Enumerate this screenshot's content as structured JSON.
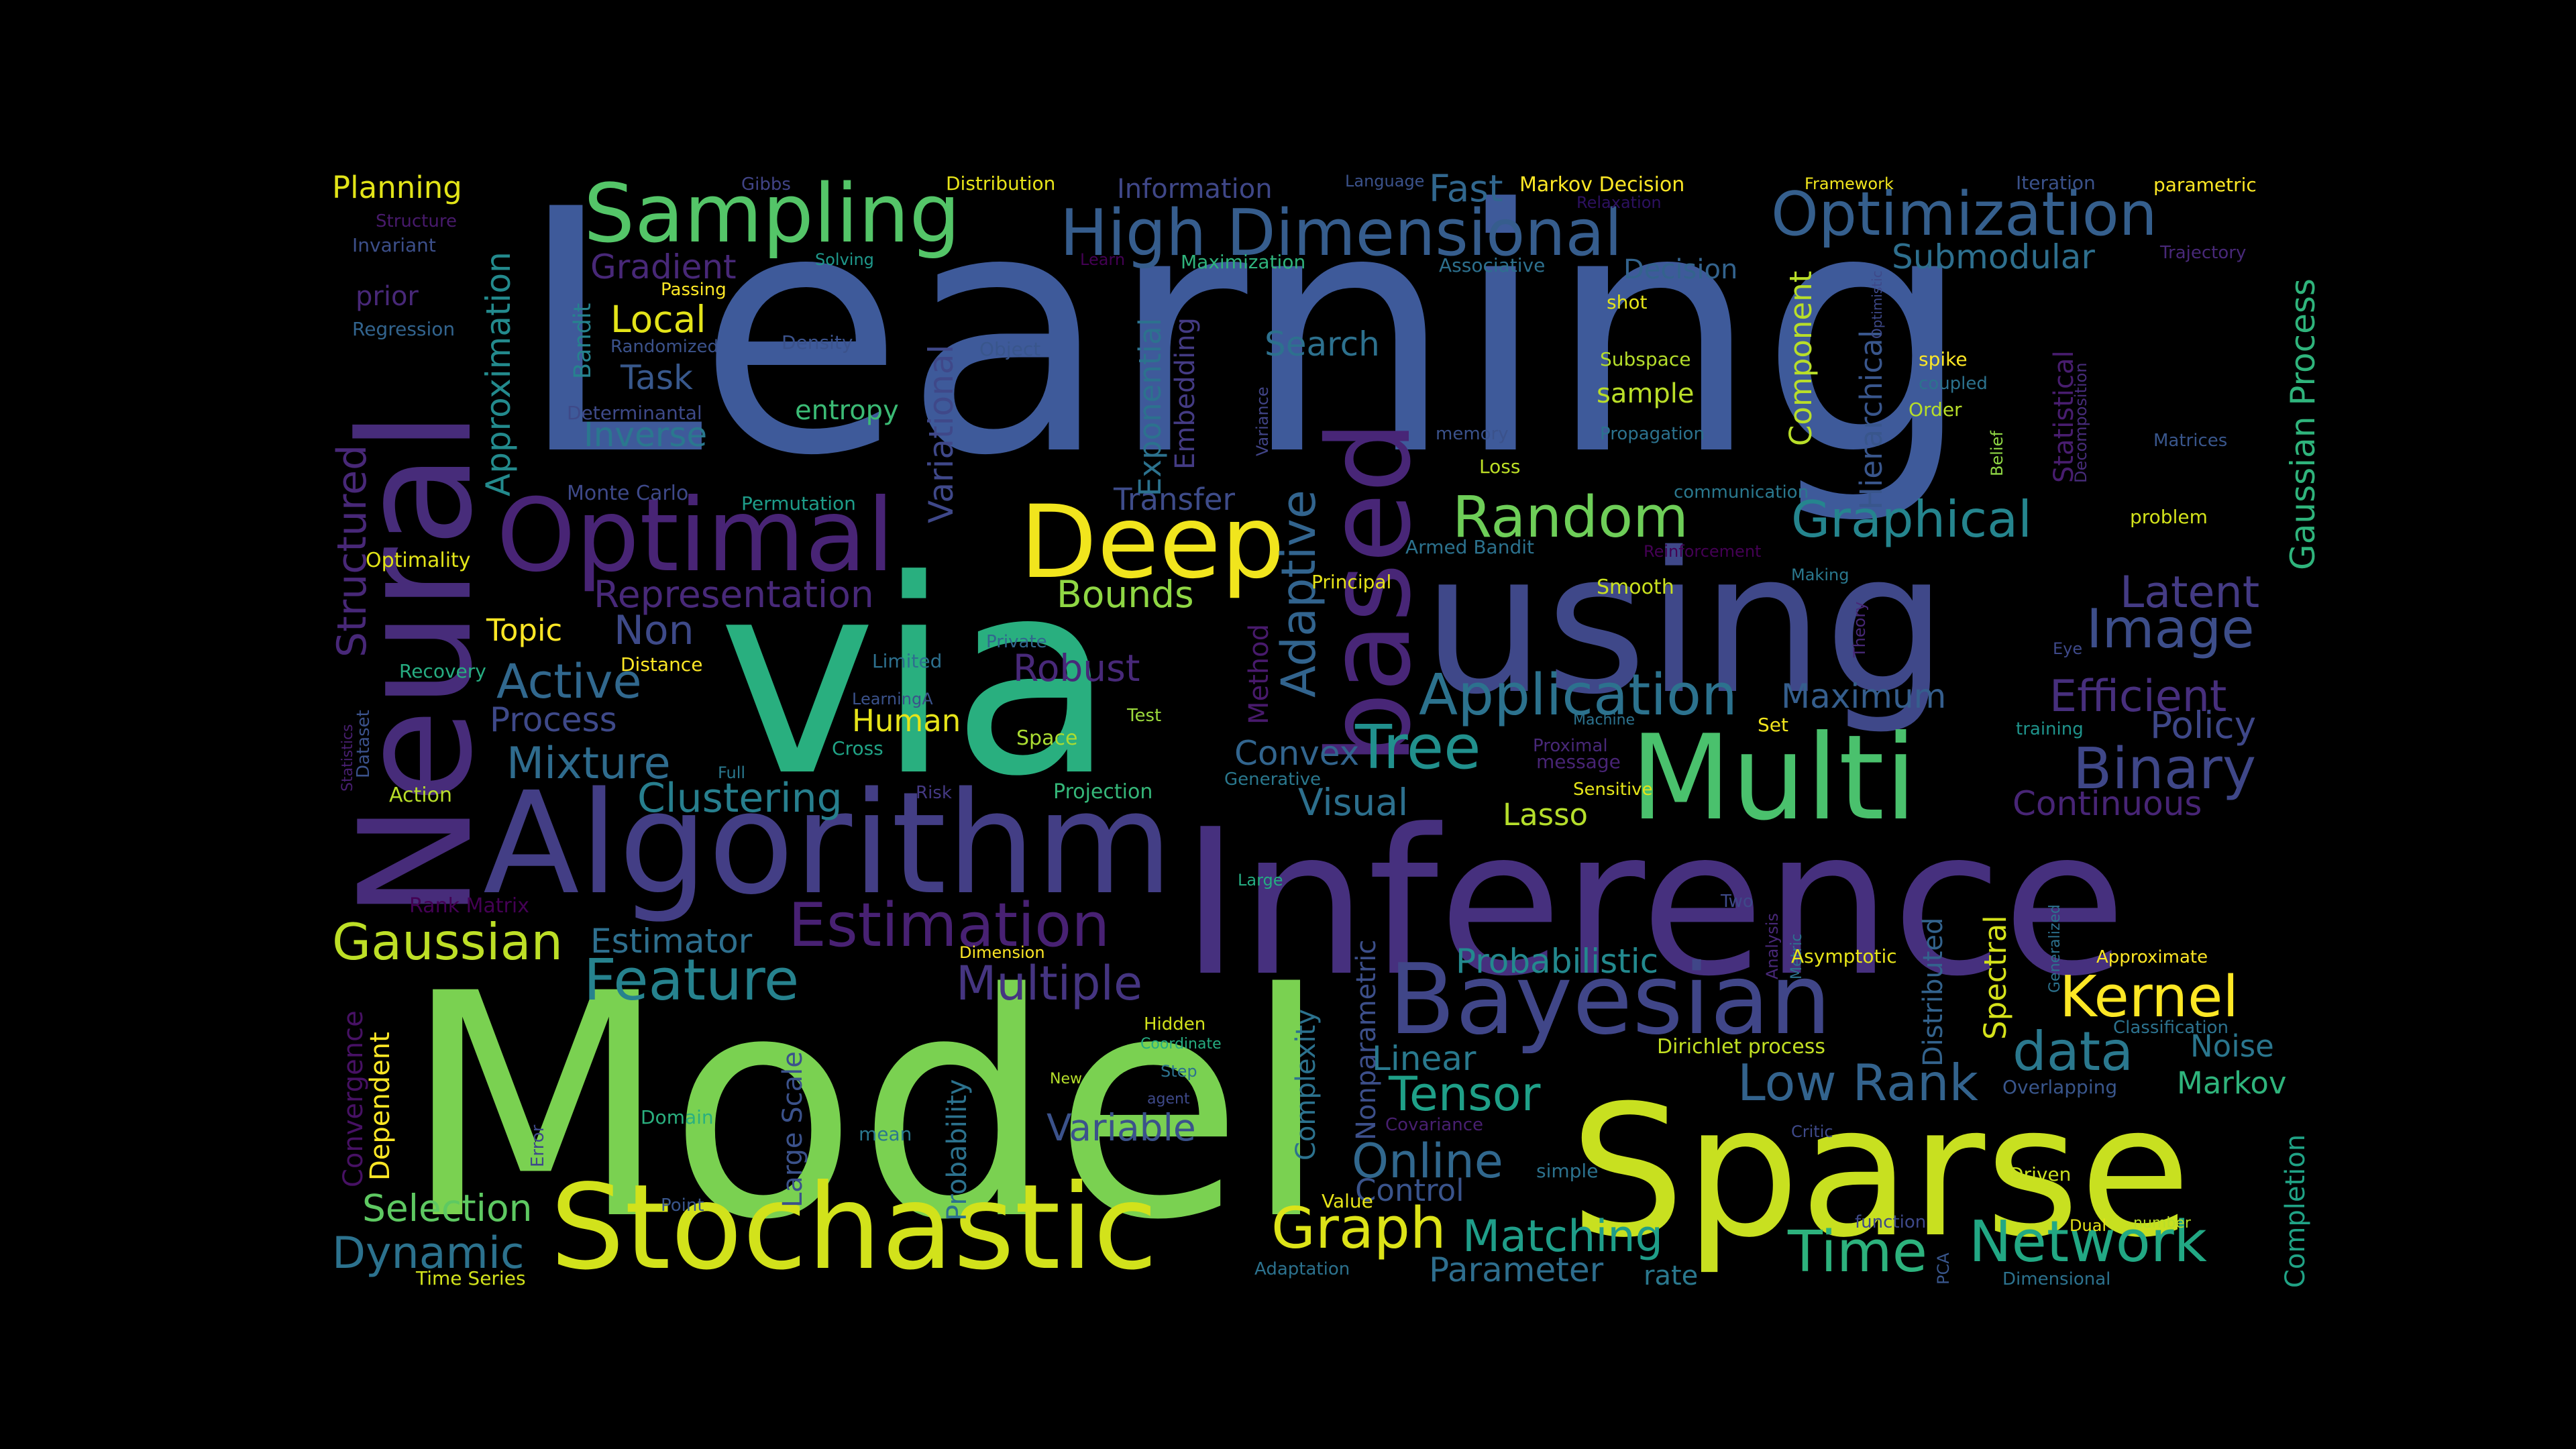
{
  "words": [
    {
      "text": "Learning",
      "color": "#3e5a9a"
    },
    {
      "text": "Model",
      "color": "#7ad151"
    },
    {
      "text": "via",
      "color": "#29af7f"
    },
    {
      "text": "Inference",
      "color": "#46307e"
    },
    {
      "text": "using",
      "color": "#3f4889"
    },
    {
      "text": "Sparse",
      "color": "#c8e020"
    },
    {
      "text": "Neural",
      "color": "#472c7a"
    },
    {
      "text": "Algorithm",
      "color": "#433e85"
    },
    {
      "text": "Stochastic",
      "color": "#d2e21b"
    },
    {
      "text": "Multi",
      "color": "#4ac16d"
    },
    {
      "text": "based",
      "color": "#482677"
    },
    {
      "text": "Deep",
      "color": "#f1e51d"
    },
    {
      "text": "Optimal",
      "color": "#482475"
    },
    {
      "text": "Sampling",
      "color": "#54c568"
    },
    {
      "text": "Bayesian",
      "color": "#404688"
    },
    {
      "text": "High Dimensional",
      "color": "#365d8d"
    },
    {
      "text": "Optimization",
      "color": "#355f8d"
    },
    {
      "text": "Estimation",
      "color": "#482173"
    },
    {
      "text": "Tree",
      "color": "#21908d"
    },
    {
      "text": "Application",
      "color": "#2c728e"
    },
    {
      "text": "Random",
      "color": "#6ece58"
    },
    {
      "text": "Graphical",
      "color": "#25858e"
    },
    {
      "text": "Gaussian",
      "color": "#bddf26"
    },
    {
      "text": "Kernel",
      "color": "#fde725"
    },
    {
      "text": "Feature",
      "color": "#26828e"
    },
    {
      "text": "Binary",
      "color": "#3f4788"
    },
    {
      "text": "Network",
      "color": "#22a884"
    },
    {
      "text": "Graph",
      "color": "#dde318"
    },
    {
      "text": "Image",
      "color": "#3d4e8a"
    },
    {
      "text": "Time",
      "color": "#2db27d"
    },
    {
      "text": "data",
      "color": "#2a788e"
    },
    {
      "text": "Low Rank",
      "color": "#33638d"
    },
    {
      "text": "Multiple",
      "color": "#453581"
    },
    {
      "text": "Matching",
      "color": "#1f9e89"
    },
    {
      "text": "Tensor",
      "color": "#1fa088"
    },
    {
      "text": "Online",
      "color": "#31688e"
    },
    {
      "text": "Efficient",
      "color": "#472f7d"
    },
    {
      "text": "Latent",
      "color": "#443b84"
    },
    {
      "text": "Mixture",
      "color": "#2f6c8e"
    },
    {
      "text": "Clustering",
      "color": "#277f8e"
    },
    {
      "text": "Active",
      "color": "#31688e"
    },
    {
      "text": "Representation",
      "color": "#482979"
    },
    {
      "text": "Gradient",
      "color": "#482878"
    },
    {
      "text": "Submodular",
      "color": "#2e6f8e"
    },
    {
      "text": "Dynamic",
      "color": "#2c728e"
    },
    {
      "text": "Robust",
      "color": "#482979"
    },
    {
      "text": "Variable",
      "color": "#3b528b"
    },
    {
      "text": "Policy",
      "color": "#3f4889"
    },
    {
      "text": "Maximum",
      "color": "#355e8d"
    },
    {
      "text": "Visual",
      "color": "#2d708e"
    },
    {
      "text": "Bounds",
      "color": "#8fd744"
    },
    {
      "text": "Convex",
      "color": "#32658e"
    },
    {
      "text": "Continuous",
      "color": "#482576"
    },
    {
      "text": "Selection",
      "color": "#5ec962"
    },
    {
      "text": "Parameter",
      "color": "#2e6e8e"
    },
    {
      "text": "Local",
      "color": "#e4e419"
    },
    {
      "text": "Probabilistic",
      "color": "#23898e"
    },
    {
      "text": "Fast",
      "color": "#31678e"
    },
    {
      "text": "Adaptive",
      "color": "#32648e"
    },
    {
      "text": "Variational",
      "color": "#3f4889"
    },
    {
      "text": "Structured",
      "color": "#482878"
    },
    {
      "text": "Approximation",
      "color": "#238a8d"
    },
    {
      "text": "Task",
      "color": "#38588c"
    },
    {
      "text": "Search",
      "color": "#2d718e"
    },
    {
      "text": "Process",
      "color": "#3e4989"
    },
    {
      "text": "Estimator",
      "color": "#2e6f8e"
    },
    {
      "text": "Non",
      "color": "#3e4a89"
    },
    {
      "text": "Inverse",
      "color": "#2a788e"
    },
    {
      "text": "Lasso",
      "color": "#b5de2b"
    },
    {
      "text": "Linear",
      "color": "#29798e"
    },
    {
      "text": "Control",
      "color": "#3a548c"
    },
    {
      "text": "Markov",
      "color": "#2fb47c"
    },
    {
      "text": "Noise",
      "color": "#2a768e"
    },
    {
      "text": "Gaussian Process",
      "color": "#2fb47c"
    },
    {
      "text": "Planning",
      "color": "#e2e418"
    },
    {
      "text": "Topic",
      "color": "#fde725"
    },
    {
      "text": "Human",
      "color": "#e7e419"
    },
    {
      "text": "Transfer",
      "color": "#3e4c8a"
    },
    {
      "text": "Exponential",
      "color": "#2c728e"
    },
    {
      "text": "Embedding",
      "color": "#443b84"
    },
    {
      "text": "Hierarchical",
      "color": "#39568c"
    },
    {
      "text": "Component",
      "color": "#b8de29"
    },
    {
      "text": "Statistical",
      "color": "#481d6f"
    },
    {
      "text": "Nonparametric",
      "color": "#3c4f8a"
    },
    {
      "text": "Complexity",
      "color": "#2c728e"
    },
    {
      "text": "Distributed",
      "color": "#33638d"
    },
    {
      "text": "Spectral",
      "color": "#d5e21a"
    },
    {
      "text": "Completion",
      "color": "#20a386"
    },
    {
      "text": "Convergence",
      "color": "#471164"
    },
    {
      "text": "Dependent",
      "color": "#fde725"
    },
    {
      "text": "Large Scale",
      "color": "#3b528b"
    },
    {
      "text": "Probability",
      "color": "#2c728e"
    },
    {
      "text": "Method",
      "color": "#481a6c"
    },
    {
      "text": "Bandit",
      "color": "#26828e"
    },
    {
      "text": "entropy",
      "color": "#3bbb75"
    },
    {
      "text": "Decision",
      "color": "#33638d"
    },
    {
      "text": "sample",
      "color": "#bade28"
    },
    {
      "text": "Information",
      "color": "#3f4788"
    },
    {
      "text": "Markov Decision",
      "color": "#fde725"
    },
    {
      "text": "Dirichlet process",
      "color": "#c2df23"
    },
    {
      "text": "Distribution",
      "color": "#e7e419"
    },
    {
      "text": "prior",
      "color": "#482878"
    },
    {
      "text": "Regression",
      "color": "#32648e"
    },
    {
      "text": "Invariant",
      "color": "#3c4f8a"
    },
    {
      "text": "Structure",
      "color": "#481a6c"
    },
    {
      "text": "Gibbs",
      "color": "#414487"
    },
    {
      "text": "Solving",
      "color": "#1f988b"
    },
    {
      "text": "Passing",
      "color": "#fde725"
    },
    {
      "text": "Randomized",
      "color": "#3b528b"
    },
    {
      "text": "Determinantal",
      "color": "#3e4a89"
    },
    {
      "text": "Density",
      "color": "#3b528b"
    },
    {
      "text": "Object",
      "color": "#39568c"
    },
    {
      "text": "Monte Carlo",
      "color": "#3e4989"
    },
    {
      "text": "Permutation",
      "color": "#1e9c89"
    },
    {
      "text": "Optimality",
      "color": "#e2e418"
    },
    {
      "text": "Recovery",
      "color": "#26ad81"
    },
    {
      "text": "Distance",
      "color": "#fde725"
    },
    {
      "text": "Limited",
      "color": "#2d708e"
    },
    {
      "text": "Private",
      "color": "#31678e"
    },
    {
      "text": "LearningA",
      "color": "#3b528b"
    },
    {
      "text": "Cross",
      "color": "#20a386"
    },
    {
      "text": "Test",
      "color": "#9bd93c"
    },
    {
      "text": "Space",
      "color": "#aadc32"
    },
    {
      "text": "Full",
      "color": "#2a788e"
    },
    {
      "text": "Risk",
      "color": "#443983"
    },
    {
      "text": "Projection",
      "color": "#35b779"
    },
    {
      "text": "Action",
      "color": "#b8de29"
    },
    {
      "text": "Dataset",
      "color": "#3b528b"
    },
    {
      "text": "Statistics",
      "color": "#481f70"
    },
    {
      "text": "Rank Matrix",
      "color": "#440154"
    },
    {
      "text": "Maximization",
      "color": "#2fb47c"
    },
    {
      "text": "Learn",
      "color": "#440154"
    },
    {
      "text": "Language",
      "color": "#3b528b"
    },
    {
      "text": "Variance",
      "color": "#414487"
    },
    {
      "text": "memory",
      "color": "#3b528b"
    },
    {
      "text": "Loss",
      "color": "#bddf26"
    },
    {
      "text": "Propagation",
      "color": "#2c728e"
    },
    {
      "text": "Subspace",
      "color": "#b5de2b"
    },
    {
      "text": "shot",
      "color": "#e5e419"
    },
    {
      "text": "Associative",
      "color": "#2d708e"
    },
    {
      "text": "Relaxation",
      "color": "#2d1160"
    },
    {
      "text": "Framework",
      "color": "#f1e51d"
    },
    {
      "text": "Iteration",
      "color": "#3b528b"
    },
    {
      "text": "parametric",
      "color": "#fde725"
    },
    {
      "text": "Trajectory",
      "color": "#482878"
    },
    {
      "text": "Optimistic",
      "color": "#3e4989"
    },
    {
      "text": "spike",
      "color": "#fde725"
    },
    {
      "text": "coupled",
      "color": "#2c728e"
    },
    {
      "text": "Order",
      "color": "#b8de29"
    },
    {
      "text": "Belief",
      "color": "#8fd744"
    },
    {
      "text": "Decomposition",
      "color": "#472c7a"
    },
    {
      "text": "Matrices",
      "color": "#39568c"
    },
    {
      "text": "problem",
      "color": "#d2e21b"
    },
    {
      "text": "communication",
      "color": "#2a788e"
    },
    {
      "text": "Reinforcement",
      "color": "#440154"
    },
    {
      "text": "Armed Bandit",
      "color": "#2c728e"
    },
    {
      "text": "Principal",
      "color": "#e7e419"
    },
    {
      "text": "Making",
      "color": "#2a788e"
    },
    {
      "text": "Smooth",
      "color": "#cae11f"
    },
    {
      "text": "Theory",
      "color": "#482878"
    },
    {
      "text": "Eye",
      "color": "#3e4989"
    },
    {
      "text": "Machine",
      "color": "#2c728e"
    },
    {
      "text": "Set",
      "color": "#f1e51d"
    },
    {
      "text": "training",
      "color": "#1f948c"
    },
    {
      "text": "Proximal",
      "color": "#482878"
    },
    {
      "text": "message",
      "color": "#482475"
    },
    {
      "text": "Sensitive",
      "color": "#e5e419"
    },
    {
      "text": "Generative",
      "color": "#2a788e"
    },
    {
      "text": "Large",
      "color": "#25ac82"
    },
    {
      "text": "Two",
      "color": "#3e4989"
    },
    {
      "text": "Metric",
      "color": "#2c728e"
    },
    {
      "text": "Analysis",
      "color": "#482878"
    },
    {
      "text": "Asymptotic",
      "color": "#e7e419"
    },
    {
      "text": "Generalized",
      "color": "#2c728e"
    },
    {
      "text": "Approximate",
      "color": "#fde725"
    },
    {
      "text": "Classification",
      "color": "#2c728e"
    },
    {
      "text": "Dimension",
      "color": "#fde725"
    },
    {
      "text": "Hidden",
      "color": "#d2e21b"
    },
    {
      "text": "Coordinate",
      "color": "#26ad81"
    },
    {
      "text": "Step",
      "color": "#2c728e"
    },
    {
      "text": "New",
      "color": "#b5de2b"
    },
    {
      "text": "agent",
      "color": "#3e4989"
    },
    {
      "text": "Domain",
      "color": "#2ab07f"
    },
    {
      "text": "mean",
      "color": "#2a788e"
    },
    {
      "text": "Error",
      "color": "#3e4989"
    },
    {
      "text": "Point",
      "color": "#39568c"
    },
    {
      "text": "Covariance",
      "color": "#481f70"
    },
    {
      "text": "Critic",
      "color": "#3e4989"
    },
    {
      "text": "simple",
      "color": "#2c728e"
    },
    {
      "text": "Value",
      "color": "#e7e419"
    },
    {
      "text": "Adaptation",
      "color": "#2c728e"
    },
    {
      "text": "function",
      "color": "#3e4989"
    },
    {
      "text": "PCA",
      "color": "#39568c"
    },
    {
      "text": "Dual",
      "color": "#e5e419"
    },
    {
      "text": "number",
      "color": "#b8de29"
    },
    {
      "text": "Dimensional",
      "color": "#2c728e"
    },
    {
      "text": "Driven",
      "color": "#cae11f"
    },
    {
      "text": "Overlapping",
      "color": "#39568c"
    },
    {
      "text": "rate",
      "color": "#2a788e"
    },
    {
      "text": "Time Series",
      "color": "#d2e21b"
    }
  ]
}
